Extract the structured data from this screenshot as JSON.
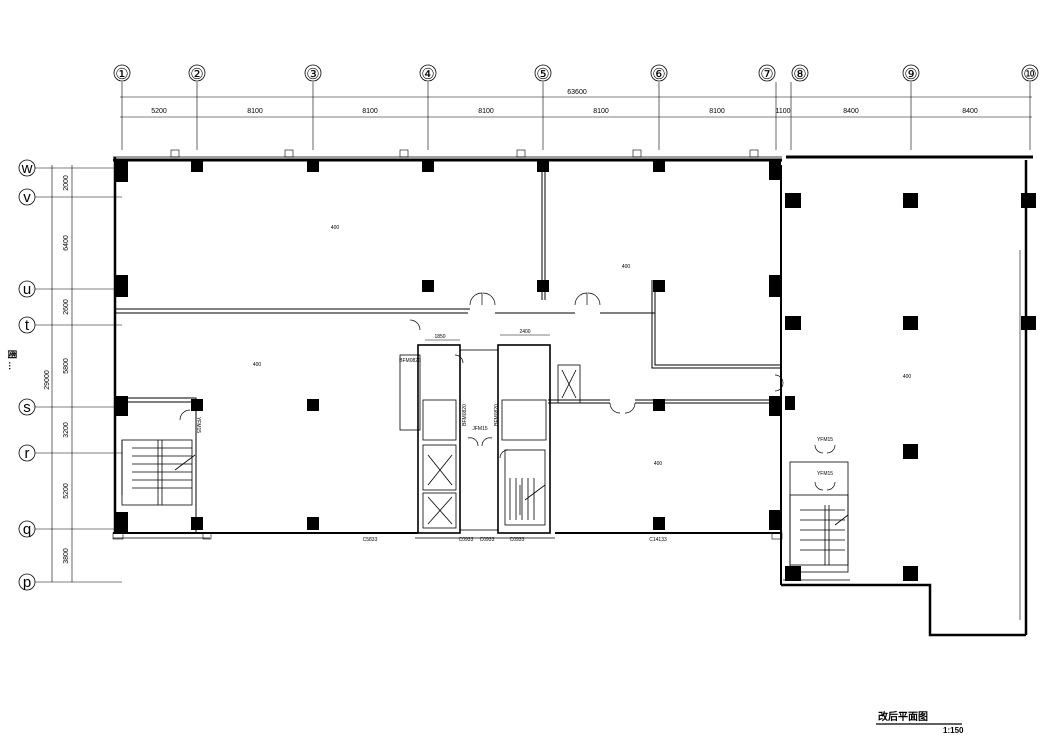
{
  "drawing": {
    "title": "改后平面图",
    "scale": "1:150",
    "side_note": "图 …"
  },
  "grid_x": {
    "labels": [
      "①",
      "②",
      "③",
      "④",
      "⑤",
      "⑥",
      "⑦",
      "⑧",
      "⑨",
      "⑩"
    ],
    "overall_dimension": "63600",
    "spans": [
      "5200",
      "8100",
      "8100",
      "8100",
      "8100",
      "8100",
      "1100",
      "8400",
      "8400"
    ]
  },
  "grid_y": {
    "labels": [
      "w",
      "v",
      "u",
      "t",
      "s",
      "r",
      "q",
      "p"
    ],
    "overall_dimension": "29000",
    "spans": [
      "2000",
      "6400",
      "2600",
      "5800",
      "3200",
      "5200",
      "3800"
    ]
  },
  "rooms": [
    "400",
    "400",
    "400",
    "400",
    "400"
  ],
  "door_tags": [
    "YFM15",
    "YFM15",
    "JFM15",
    "BFM0820",
    "BFM0820",
    "BFM0820",
    "YFM15"
  ],
  "window_tags": [
    "C5833",
    "C0933",
    "C0933",
    "C0933",
    "C14133"
  ],
  "small_dims": [
    "1850",
    "2400"
  ]
}
